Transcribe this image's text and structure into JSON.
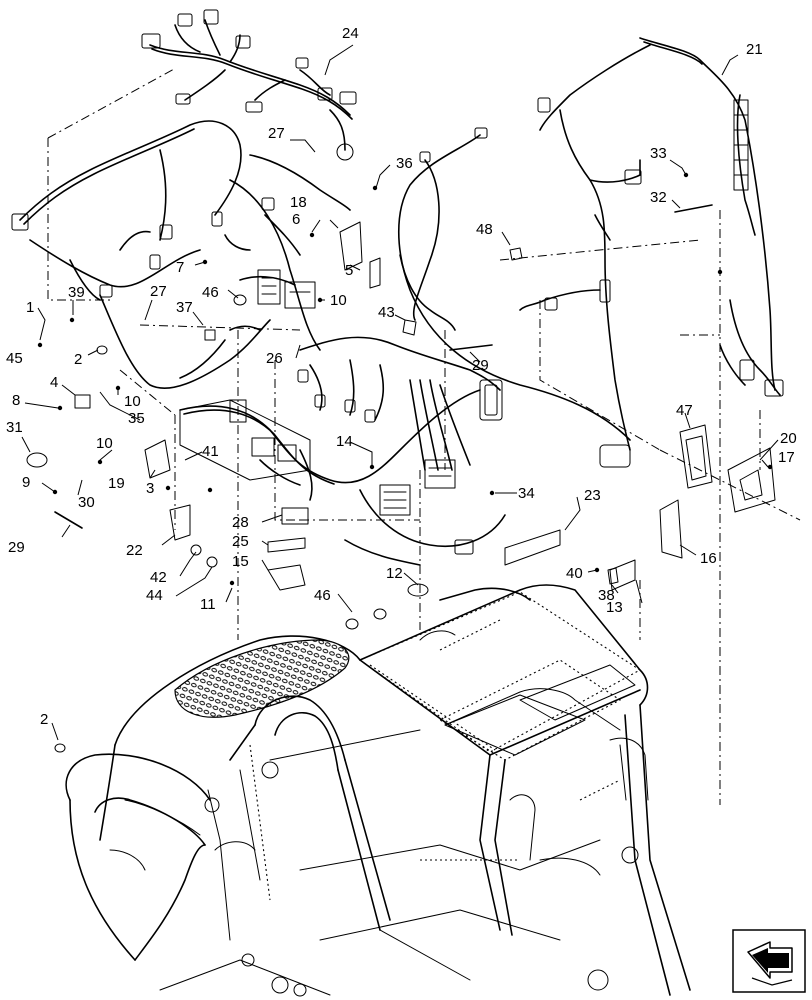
{
  "callouts": {
    "c1": "1",
    "c2a": "2",
    "c2b": "2",
    "c3": "3",
    "c4": "4",
    "c5": "5",
    "c6": "6",
    "c7": "7",
    "c8": "8",
    "c9": "9",
    "c10a": "10",
    "c10b": "10",
    "c10c": "10",
    "c11": "11",
    "c12": "12",
    "c13": "13",
    "c14": "14",
    "c15": "15",
    "c16": "16",
    "c17": "17",
    "c18": "18",
    "c19": "19",
    "c20": "20",
    "c21": "21",
    "c22": "22",
    "c23": "23",
    "c24": "24",
    "c25": "25",
    "c26": "26",
    "c27a": "27",
    "c27b": "27",
    "c28": "28",
    "c29a": "29",
    "c29b": "29",
    "c30": "30",
    "c31": "31",
    "c32": "32",
    "c33": "33",
    "c34": "34",
    "c35": "35",
    "c36": "36",
    "c37": "37",
    "c38": "38",
    "c39": "39",
    "c40": "40",
    "c41": "41",
    "c42": "42",
    "c43": "43",
    "c44": "44",
    "c45": "45",
    "c46a": "46",
    "c46b": "46",
    "c47": "47",
    "c48": "48"
  },
  "icons": {
    "orientation": "orientation-arrow-icon"
  }
}
